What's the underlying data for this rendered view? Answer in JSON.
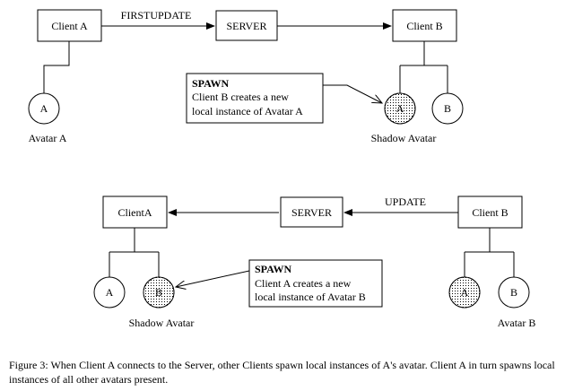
{
  "top": {
    "client_a": "Client A",
    "message": "FIRSTUPDATE",
    "server": "SERVER",
    "client_b": "Client B",
    "avatar_a_letter": "A",
    "avatar_a_label": "Avatar A",
    "shadow_letter": "A",
    "avatar_b_letter": "B",
    "shadow_label": "Shadow Avatar",
    "spawn_title": "SPAWN",
    "spawn_line1": "Client B creates a new",
    "spawn_line2": "local instance of Avatar A"
  },
  "bottom": {
    "client_a": "ClientA",
    "server": "SERVER",
    "message": "UPDATE",
    "client_b": "Client B",
    "avatar_a_letter": "A",
    "shadow_b_letter": "B",
    "shadow_label": "Shadow Avatar",
    "spawn_title": "SPAWN",
    "spawn_line1": "Client A creates a new",
    "spawn_line2": "local instance of Avatar B",
    "shadow_a_letter": "A",
    "avatar_b_letter": "B",
    "avatar_b_label": "Avatar B"
  },
  "caption": "Figure 3: When Client A connects to the Server, other Clients spawn local instances of A's avatar.  Client A in turn spawns local instances of all other avatars present."
}
